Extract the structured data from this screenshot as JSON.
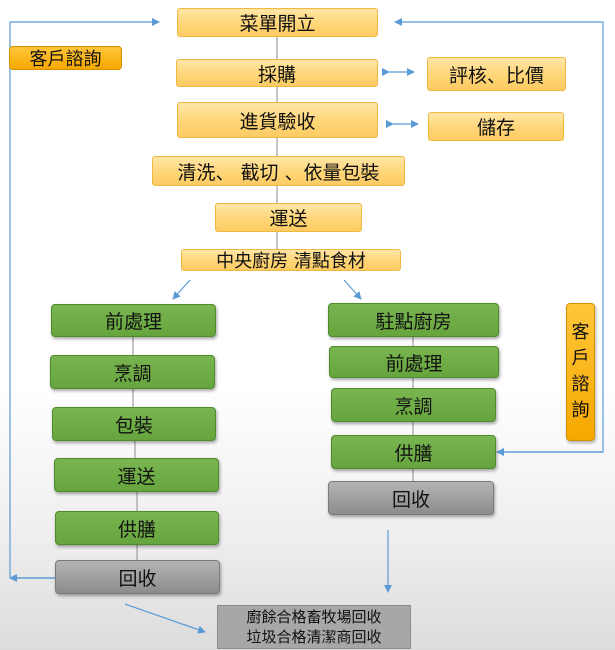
{
  "colors": {
    "accent_yellow": "#fcd46f",
    "accent_orange": "#f5a800",
    "accent_green": "#6aa742",
    "accent_gray": "#9a9a9a",
    "connector_blue": "#5b9bd5",
    "connector_gray": "#9aa0a6"
  },
  "main_flow": {
    "menu": "菜單開立",
    "purchase": "採購",
    "receive": "進貨驗收",
    "wash": "清洗、 截切 、依量包裝",
    "transport": "運送",
    "central_kitchen": "中央廚房 清點食材"
  },
  "side_notes": {
    "evaluate": "評核、比價",
    "store": "儲存",
    "consult_left": "客戶諮詢",
    "consult_right": [
      "客",
      "戶",
      "諮",
      "詢"
    ]
  },
  "left_branch": {
    "pre_process": "前處理",
    "cook": "烹調",
    "pack": "包裝",
    "transport": "運送",
    "serve": "供膳",
    "recycle": "回收"
  },
  "right_branch": {
    "onsite_kitchen": "駐點廚房",
    "pre_process": "前處理",
    "cook": "烹調",
    "serve": "供膳",
    "recycle": "回收"
  },
  "disposal": {
    "line1": "廚餘合格畜牧場回收",
    "line2": "垃圾合格清潔商回收"
  }
}
